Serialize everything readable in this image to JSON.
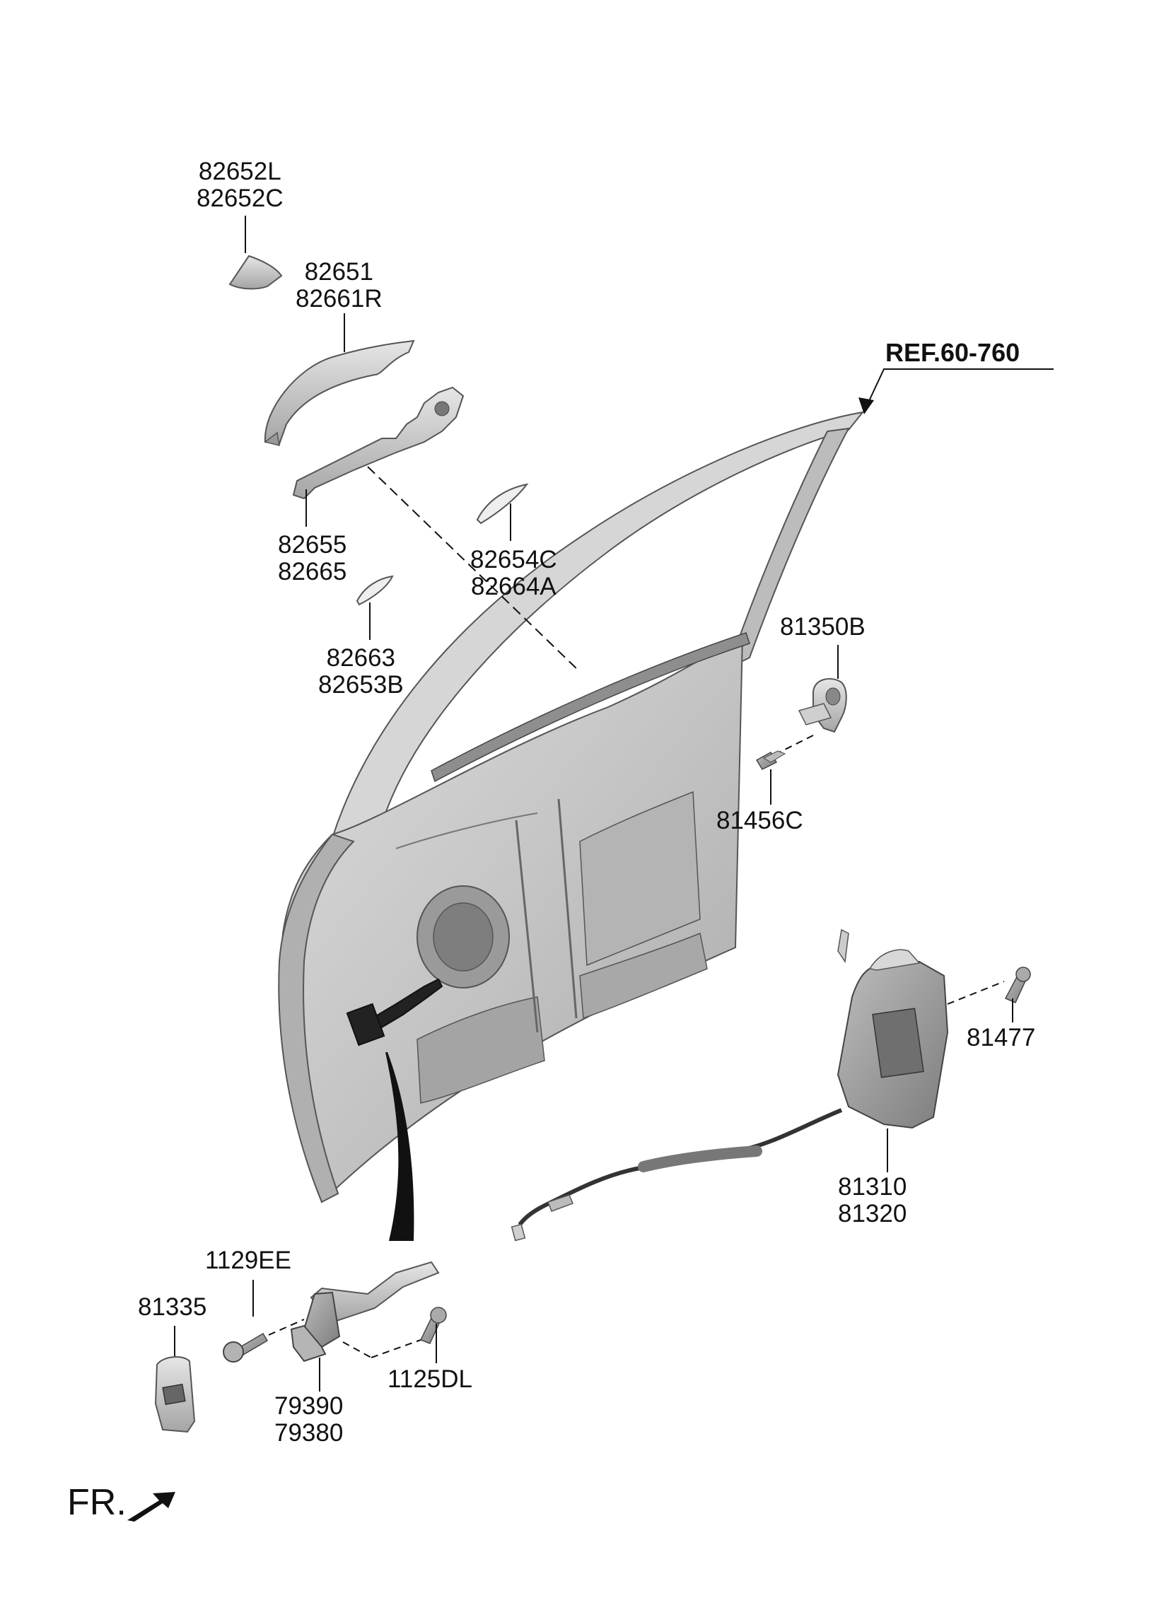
{
  "diagram": {
    "reference": "REF.60-760",
    "direction_label": "FR.",
    "callouts": [
      {
        "id": "cap",
        "numbers": [
          "82652L",
          "82652C"
        ]
      },
      {
        "id": "outside-handle",
        "numbers": [
          "82651",
          "82661R"
        ]
      },
      {
        "id": "handle-base",
        "numbers": [
          "82655",
          "82665"
        ]
      },
      {
        "id": "pad-front",
        "numbers": [
          "82663",
          "82653B"
        ]
      },
      {
        "id": "pad-rear",
        "numbers": [
          "82654C",
          "82664A"
        ]
      },
      {
        "id": "striker",
        "numbers": [
          "81350B"
        ]
      },
      {
        "id": "striker-bolt",
        "numbers": [
          "81456C"
        ]
      },
      {
        "id": "latch-screw",
        "numbers": [
          "81477"
        ]
      },
      {
        "id": "latch-assy",
        "numbers": [
          "81310",
          "81320"
        ]
      },
      {
        "id": "checker-bolt",
        "numbers": [
          "1129EE"
        ]
      },
      {
        "id": "checker-cover",
        "numbers": [
          "81335"
        ]
      },
      {
        "id": "checker-screw",
        "numbers": [
          "1125DL"
        ]
      },
      {
        "id": "door-checker",
        "numbers": [
          "79390",
          "79380"
        ]
      }
    ]
  }
}
